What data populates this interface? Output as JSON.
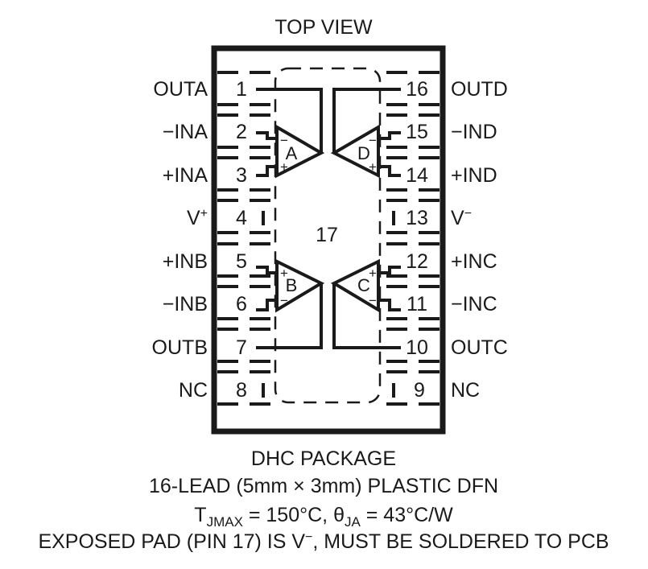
{
  "title": "TOP VIEW",
  "package": {
    "exposed_pad_number": "17",
    "left_pins": [
      {
        "num": "1",
        "label": "OUTA",
        "type": "output"
      },
      {
        "num": "2",
        "label": "−INA",
        "type": "input-neg"
      },
      {
        "num": "3",
        "label": "+INA",
        "type": "input-pos"
      },
      {
        "num": "4",
        "label": "V",
        "sup": "+",
        "type": "supply"
      },
      {
        "num": "5",
        "label": "+INB",
        "type": "input-pos"
      },
      {
        "num": "6",
        "label": "−INB",
        "type": "input-neg"
      },
      {
        "num": "7",
        "label": "OUTB",
        "type": "output"
      },
      {
        "num": "8",
        "label": "NC",
        "type": "nc"
      }
    ],
    "right_pins": [
      {
        "num": "16",
        "label": "OUTD",
        "type": "output"
      },
      {
        "num": "15",
        "label": "−IND",
        "type": "input-neg"
      },
      {
        "num": "14",
        "label": "+IND",
        "type": "input-pos"
      },
      {
        "num": "13",
        "label": "V",
        "sup": "−",
        "type": "supply"
      },
      {
        "num": "12",
        "label": "+INC",
        "type": "input-pos"
      },
      {
        "num": "11",
        "label": "−INC",
        "type": "input-neg"
      },
      {
        "num": "10",
        "label": "OUTC",
        "type": "output"
      },
      {
        "num": "9",
        "label": "NC",
        "type": "nc"
      }
    ],
    "amplifiers": [
      {
        "name": "A",
        "top_sign": "−",
        "bottom_sign": "+",
        "direction": "right"
      },
      {
        "name": "D",
        "top_sign": "−",
        "bottom_sign": "+",
        "direction": "left"
      },
      {
        "name": "B",
        "top_sign": "+",
        "bottom_sign": "−",
        "direction": "right"
      },
      {
        "name": "C",
        "top_sign": "+",
        "bottom_sign": "−",
        "direction": "left"
      }
    ]
  },
  "caption": {
    "line1": "DHC PACKAGE",
    "line2": "16-LEAD (5mm × 3mm) PLASTIC DFN",
    "thermal": {
      "tj_symbol": "T",
      "tj_sub": "JMAX",
      "tj_value": " = 150°C, ",
      "theta_symbol": "θ",
      "theta_sub": "JA",
      "theta_value": " = 43°C/W"
    },
    "line4_a": "EXPOSED PAD (PIN 17) IS V",
    "line4_sup": "−",
    "line4_b": ", MUST BE SOLDERED TO PCB"
  },
  "colors": {
    "ink": "#1a1a1a",
    "background": "#ffffff"
  }
}
